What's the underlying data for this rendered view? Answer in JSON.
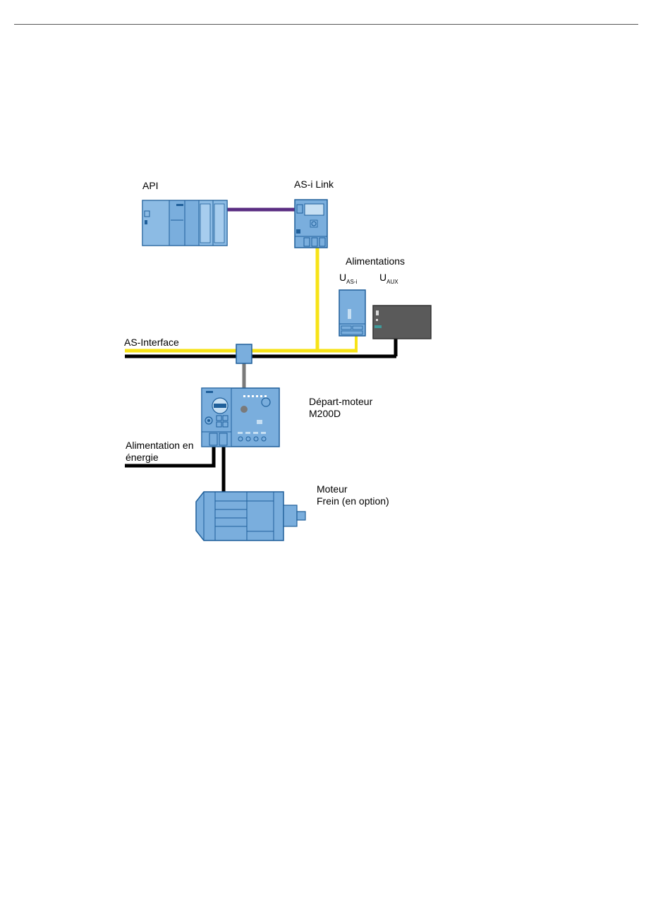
{
  "labels": {
    "api": "API",
    "asi_link": "AS-i Link",
    "alimentations": "Alimentations",
    "u_asi_main": "U",
    "u_asi_sub": "AS-i",
    "u_aux_main": "U",
    "u_aux_sub": "AUX",
    "as_interface": "AS-Interface",
    "depart_moteur_line1": "Départ-moteur",
    "depart_moteur_line2": "M200D",
    "alimentation_line1": "Alimentation en",
    "alimentation_line2": "énergie",
    "moteur_line1": "Moteur",
    "moteur_line2": "Frein (en option)"
  },
  "colors": {
    "device_fill": "#7aaedd",
    "device_stroke": "#1f5f9a",
    "asi_cable": "#f7e317",
    "power_cable": "#000000",
    "profibus_cable": "#5a2d82",
    "psu_aux_fill": "#5a5a5a",
    "tap_cable": "#7a7a7a"
  }
}
